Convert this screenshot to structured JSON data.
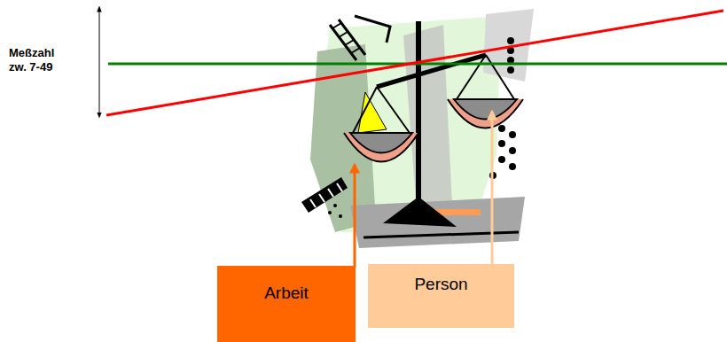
{
  "diagram": {
    "nodes": [
      {
        "text": [
          "Arbeit"
        ]
      },
      {
        "text": [
          "Person"
        ]
      }
    ],
    "labels": [
      "Meßzahl zw. 7-49"
    ]
  }
}
